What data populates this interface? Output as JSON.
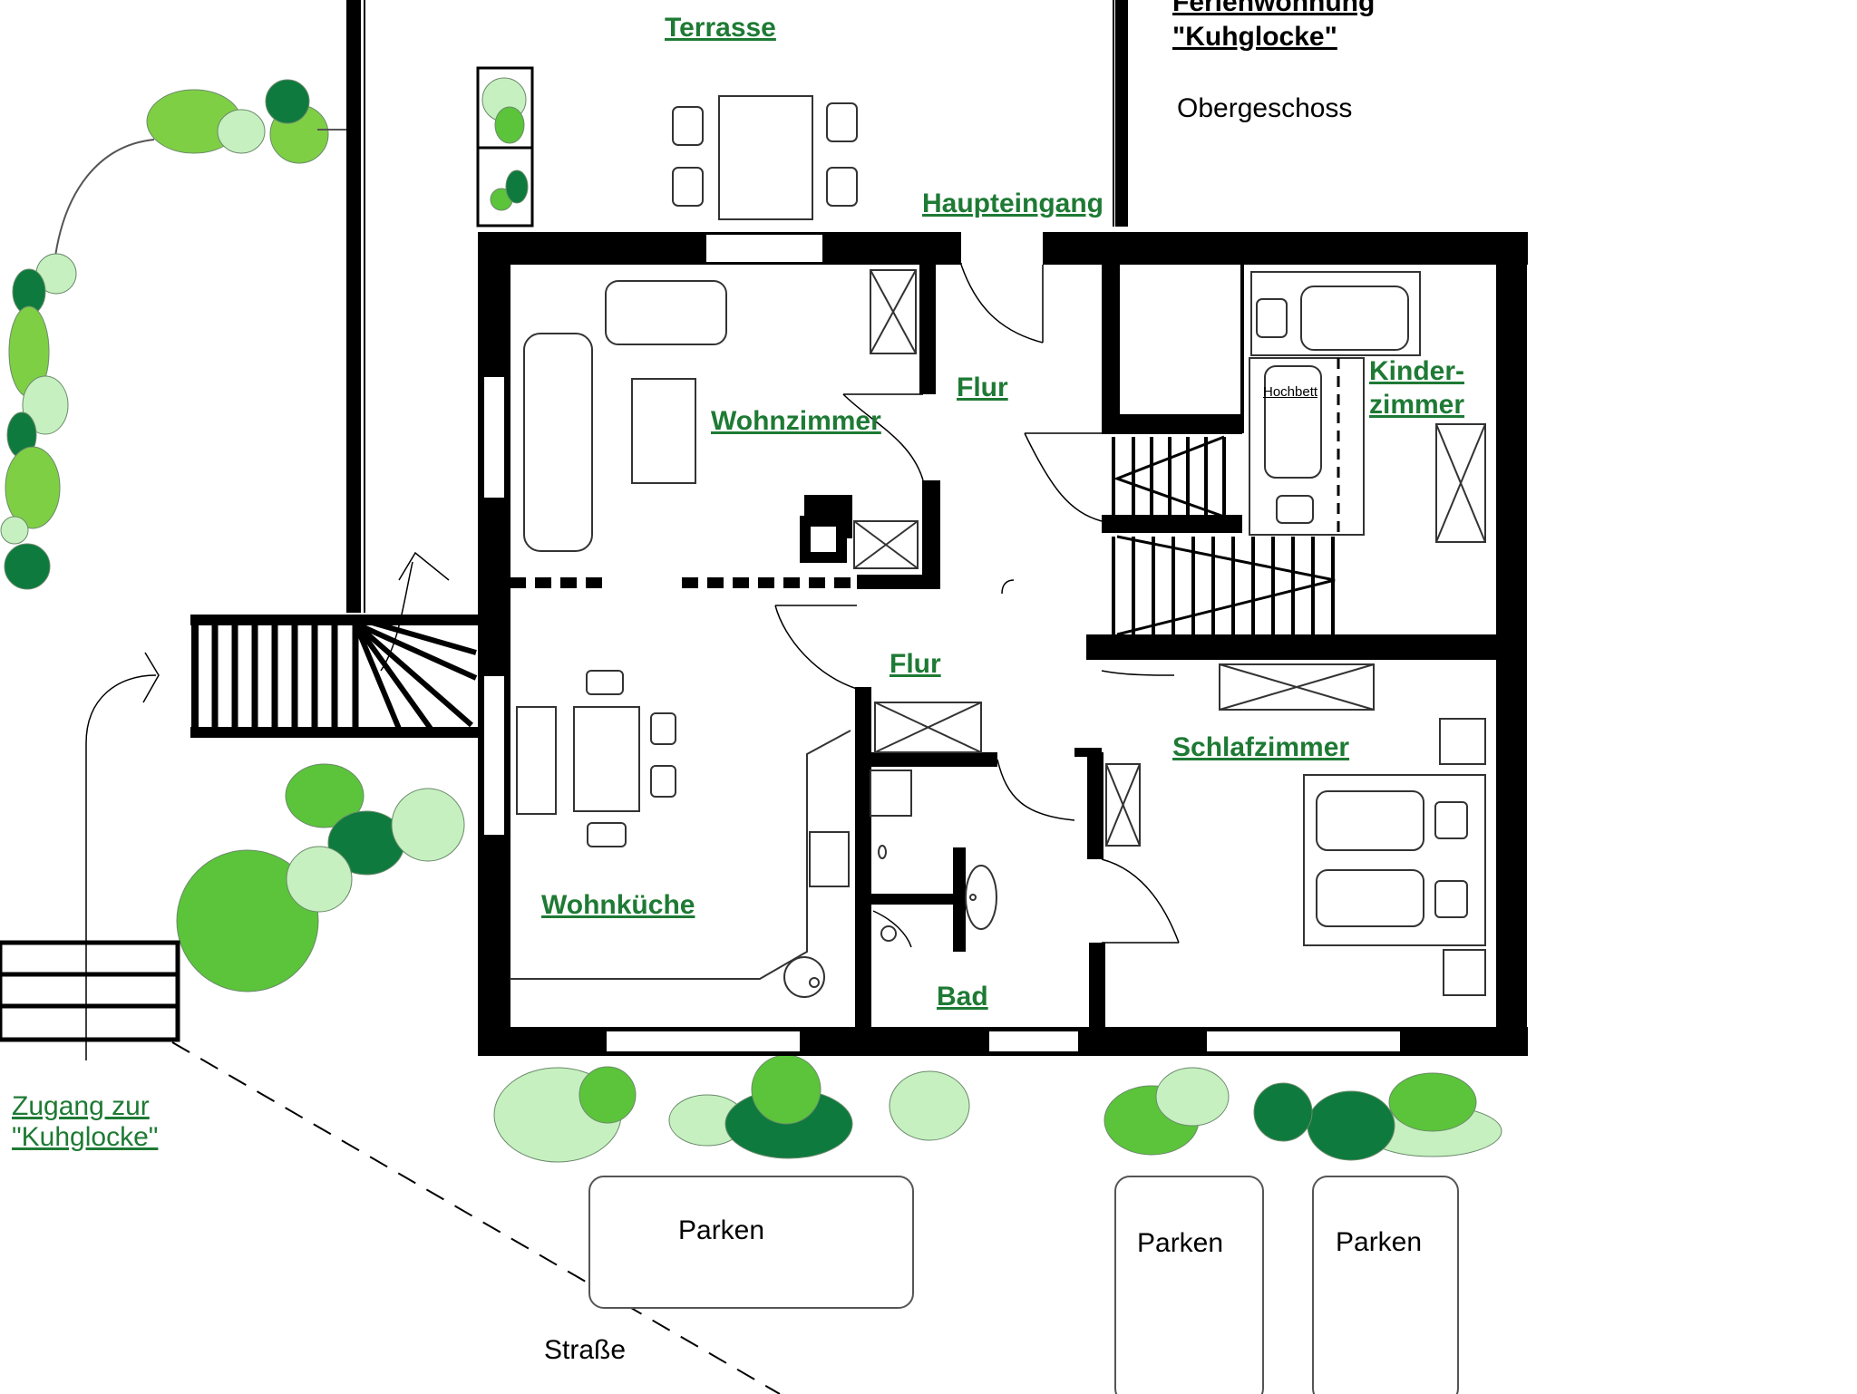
{
  "title": {
    "line1": "Ferienwohnung",
    "line2": "\"Kuhglocke\"",
    "floor": "Obergeschoss"
  },
  "rooms": {
    "terrasse": "Terrasse",
    "haupteingang": "Haupteingang",
    "flur_top": "Flur",
    "wohnzimmer": "Wohnzimmer",
    "kinder1": "Kinder-",
    "kinder2": "zimmer",
    "hochbett": "Hochbett",
    "flur_mid": "Flur",
    "schlafzimmer": "Schlafzimmer",
    "wohnkueche": "Wohnküche",
    "bad": "Bad"
  },
  "access": {
    "line1": "Zugang zur",
    "line2": "\"Kuhglocke\""
  },
  "parking": [
    "Parken",
    "Parken",
    "Parken"
  ],
  "street": "Straße",
  "colors": {
    "wall": "#000000",
    "room_label": "#1e7a34",
    "plants": [
      "#7fcf45",
      "#c6f0c0",
      "#2a8a2a",
      "#0e7a3e",
      "#5bc43a",
      "#a8e89a"
    ]
  }
}
